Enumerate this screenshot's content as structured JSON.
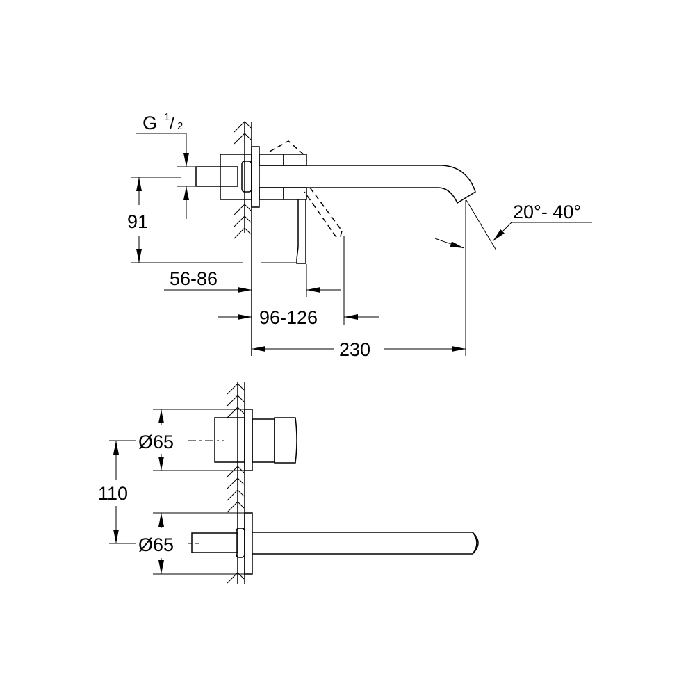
{
  "drawing": {
    "side_view": {
      "thread_label": {
        "main": "G",
        "num": "1",
        "slash": "/",
        "den": "2"
      },
      "height_dim": "91",
      "lever_clearance_dim": "56-86",
      "lever_reach_dim": "96-126",
      "spout_projection_dim": "230",
      "spout_angle_dim": "20°- 40°"
    },
    "front_view": {
      "upper_rosette_dim": "Ø65",
      "centre_distance_dim": "110",
      "lower_rosette_dim": "Ø65"
    }
  }
}
